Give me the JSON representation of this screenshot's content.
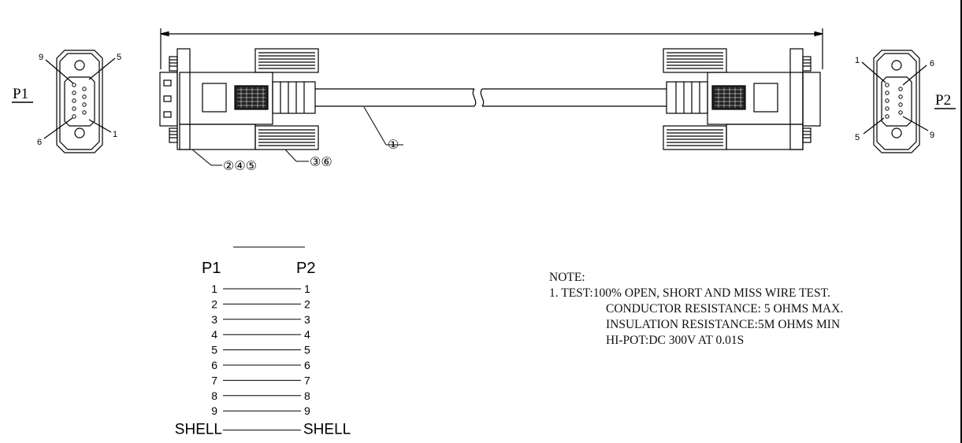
{
  "connectors": {
    "p1": {
      "label": "P1",
      "pins": {
        "top_left": "9",
        "top_right": "5",
        "bottom_left": "6",
        "bottom_right": "1"
      }
    },
    "p2": {
      "label": "P2",
      "pins": {
        "top_left": "1",
        "top_right": "6",
        "bottom_left": "5",
        "bottom_right": "9"
      }
    }
  },
  "callouts": {
    "cable": "①",
    "housing": "②④⑤",
    "screws": "③⑥"
  },
  "wiring": {
    "left_header": "P1",
    "right_header": "P2",
    "rows": [
      {
        "left": "1",
        "right": "1"
      },
      {
        "left": "2",
        "right": "2"
      },
      {
        "left": "3",
        "right": "3"
      },
      {
        "left": "4",
        "right": "4"
      },
      {
        "left": "5",
        "right": "5"
      },
      {
        "left": "6",
        "right": "6"
      },
      {
        "left": "7",
        "right": "7"
      },
      {
        "left": "8",
        "right": "8"
      },
      {
        "left": "9",
        "right": "9"
      },
      {
        "left": "SHELL",
        "right": "SHELL"
      }
    ]
  },
  "notes": {
    "title": "NOTE:",
    "line1": "1. TEST:100% OPEN, SHORT AND MISS WIRE TEST.",
    "line2": "CONDUCTOR RESISTANCE: 5 OHMS MAX.",
    "line3": "INSULATION RESISTANCE:5M OHMS MIN",
    "line4": "HI-POT:DC 300V AT 0.01S"
  }
}
